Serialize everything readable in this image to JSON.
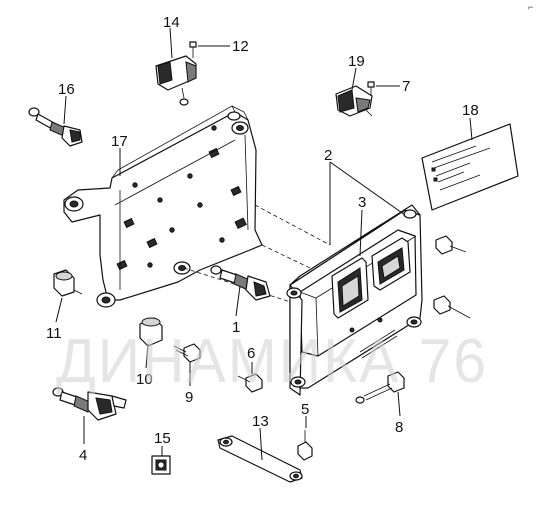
{
  "watermark": "ДИНАМИКА 76",
  "corner_mark": "⌐",
  "labels": {
    "1": "1",
    "2": "2",
    "3": "3",
    "4": "4",
    "5": "5",
    "6": "6",
    "7": "7",
    "8": "8",
    "9": "9",
    "10": "10",
    "11": "11",
    "12": "12",
    "13": "13",
    "14": "14",
    "15": "15",
    "16": "16",
    "17": "17",
    "18": "18",
    "19": "19"
  }
}
